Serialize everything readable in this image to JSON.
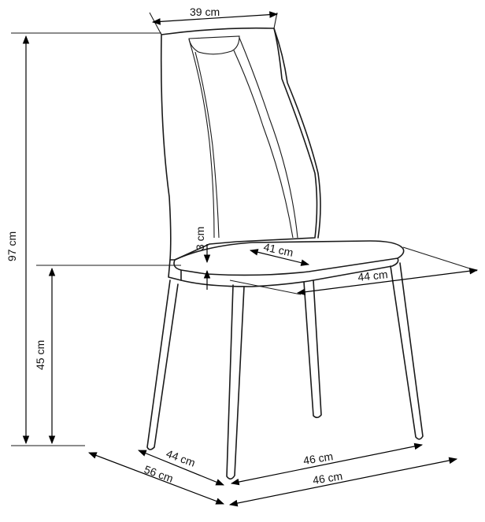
{
  "dimensions": {
    "back_width": "39 cm",
    "total_height": "97 cm",
    "seat_height": "45 cm",
    "seat_thickness": "3 cm",
    "seat_depth": "41 cm",
    "seat_width": "44 cm",
    "base_depth_inner": "44 cm",
    "base_depth_outer": "56 cm",
    "base_width_inner": "46 cm",
    "base_width_outer": "46 cm"
  }
}
